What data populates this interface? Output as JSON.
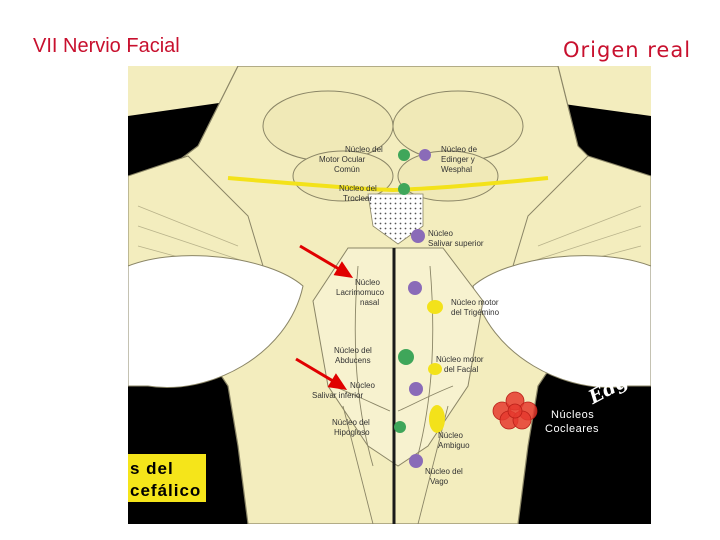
{
  "header": {
    "title": "VII Nervio Facial",
    "subtitle": "Origen real"
  },
  "labels": {
    "motor_ocular_comun": [
      "Núcleo del",
      "Motor Ocular",
      "Común"
    ],
    "edinger_wesphal": [
      "Núcleo de",
      "Edinger y",
      "Wesphal"
    ],
    "troclear": [
      "Núcleo del",
      "Troclear"
    ],
    "salival_superior": [
      "Núcleo",
      "Salivar superior"
    ],
    "lacrimomuconasal": [
      "Núcleo",
      "Lacrimomuco",
      "nasal"
    ],
    "motor_trigemino": [
      "Núcleo motor",
      "del Trigémino"
    ],
    "abducens": [
      "Núcleo del",
      "Abducens"
    ],
    "motor_facial": [
      "Núcleo motor",
      "del Facial"
    ],
    "salivar_inferior": [
      "Núcleo",
      "Salivar inferior"
    ],
    "hipogloso": [
      "Núcleo del",
      "Hipogloso"
    ],
    "ambiguo": [
      "Núcleo",
      "Ambiguo"
    ],
    "vago": [
      "Núcleo del",
      "Vago"
    ],
    "cocleares": [
      "Núcleos",
      "Cocleares"
    ]
  },
  "yellow_box": [
    "s del",
    "cefálico"
  ],
  "signature": "Edgar A.",
  "colors": {
    "title": "#c8102e",
    "tissue": "#f3edbe",
    "nucleus_green": "#3fa65a",
    "nucleus_purple": "#8a6bb8",
    "nucleus_yellow": "#f3e21a",
    "nucleus_red": "#e53a2e",
    "arrow": "#e00000",
    "label_box": "#f5e51a"
  }
}
